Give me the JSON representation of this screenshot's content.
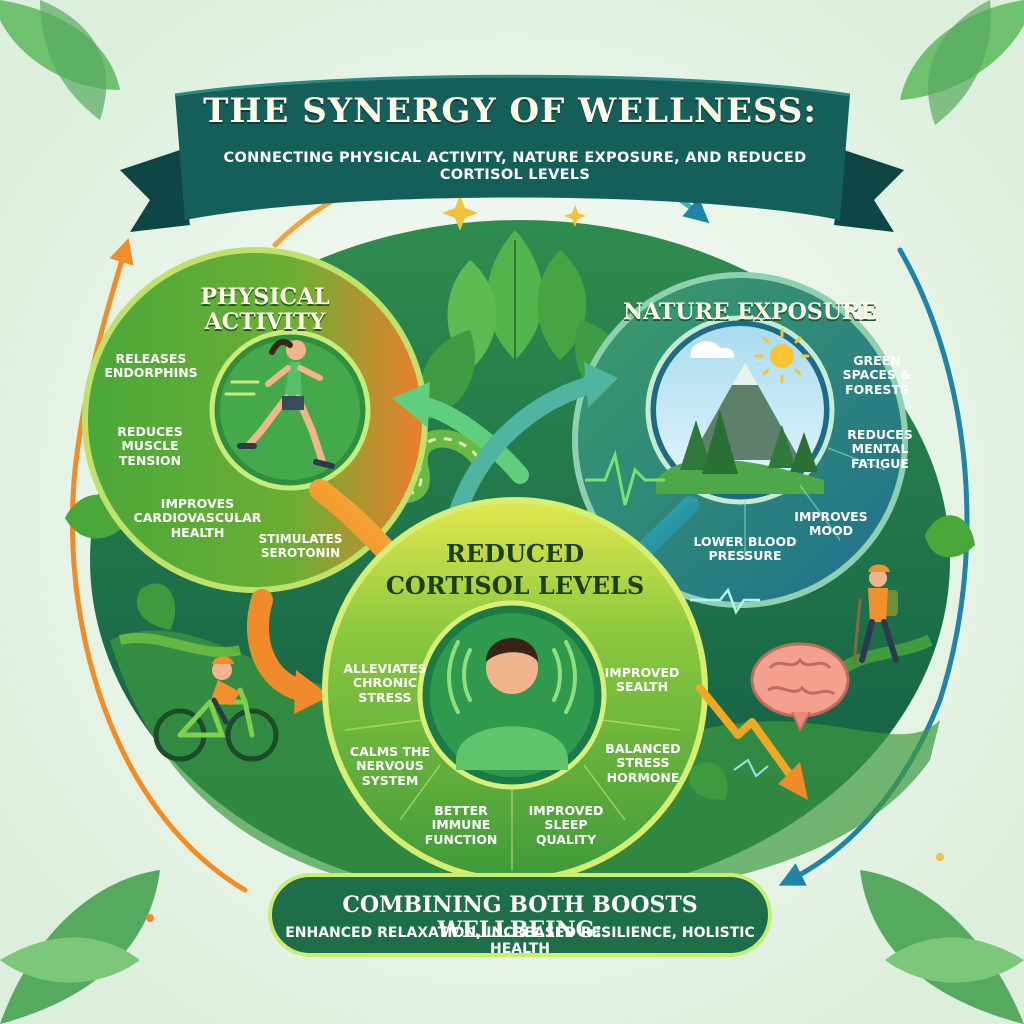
{
  "header": {
    "title": "THE SYNERGY OF WELLNESS:",
    "subtitle": "CONNECTING PHYSICAL ACTIVITY, NATURE EXPOSURE, AND REDUCED CORTISOL LEVELS"
  },
  "physical_activity": {
    "title": "PHYSICAL ACTIVITY",
    "benefits": [
      "RELEASES ENDORPHINS",
      "REDUCES MUSCLE TENSION",
      "IMPROVES CARDIOVASCULAR HEALTH",
      "STIMULATES SEROTONIN"
    ]
  },
  "nature_exposure": {
    "title": "NATURE EXPOSURE",
    "benefits": [
      "GREEN SPACES & FORESTS",
      "REDUCES MENTAL FATIGUE",
      "IMPROVES MOOD",
      "LOWER BLOOD PRESSURE"
    ]
  },
  "cortisol": {
    "title_line1": "REDUCED",
    "title_line2": "CORTISOL LEVELS",
    "benefits": [
      "ALLEVIATES CHRONIC STRESS",
      "CALMS THE NERVOUS SYSTEM",
      "BETTER IMMUNE FUNCTION",
      "IMPROVED SLEEP QUALITY",
      "BALANCED STRESS HORMONE",
      "IMPROVED SEALTH"
    ]
  },
  "footer": {
    "headline": "COMBINING BOTH BOOSTS WELLBEING:",
    "tagline": "ENHANCED RELAXATION, INCREASED RESILIENCE, HOLISTIC HEALTH"
  },
  "colors": {
    "title_ribbon": "#155f5a",
    "physical_orange": "#ef7d2c",
    "physical_green": "#4aa83a",
    "nature_blue": "#1f6f8e",
    "nature_green": "#47a66a",
    "cortisol_yellow": "#d9e24a",
    "cortisol_green": "#5cb340",
    "background": "#eef7ee"
  },
  "icons": [
    "runner-icon",
    "forest-mountain-icon",
    "sun-icon",
    "person-calm-icon",
    "cyclist-icon",
    "hiker-icon",
    "brain-icon",
    "downward-trend-arrow-icon",
    "leaf-icon",
    "sparkle-icon"
  ]
}
